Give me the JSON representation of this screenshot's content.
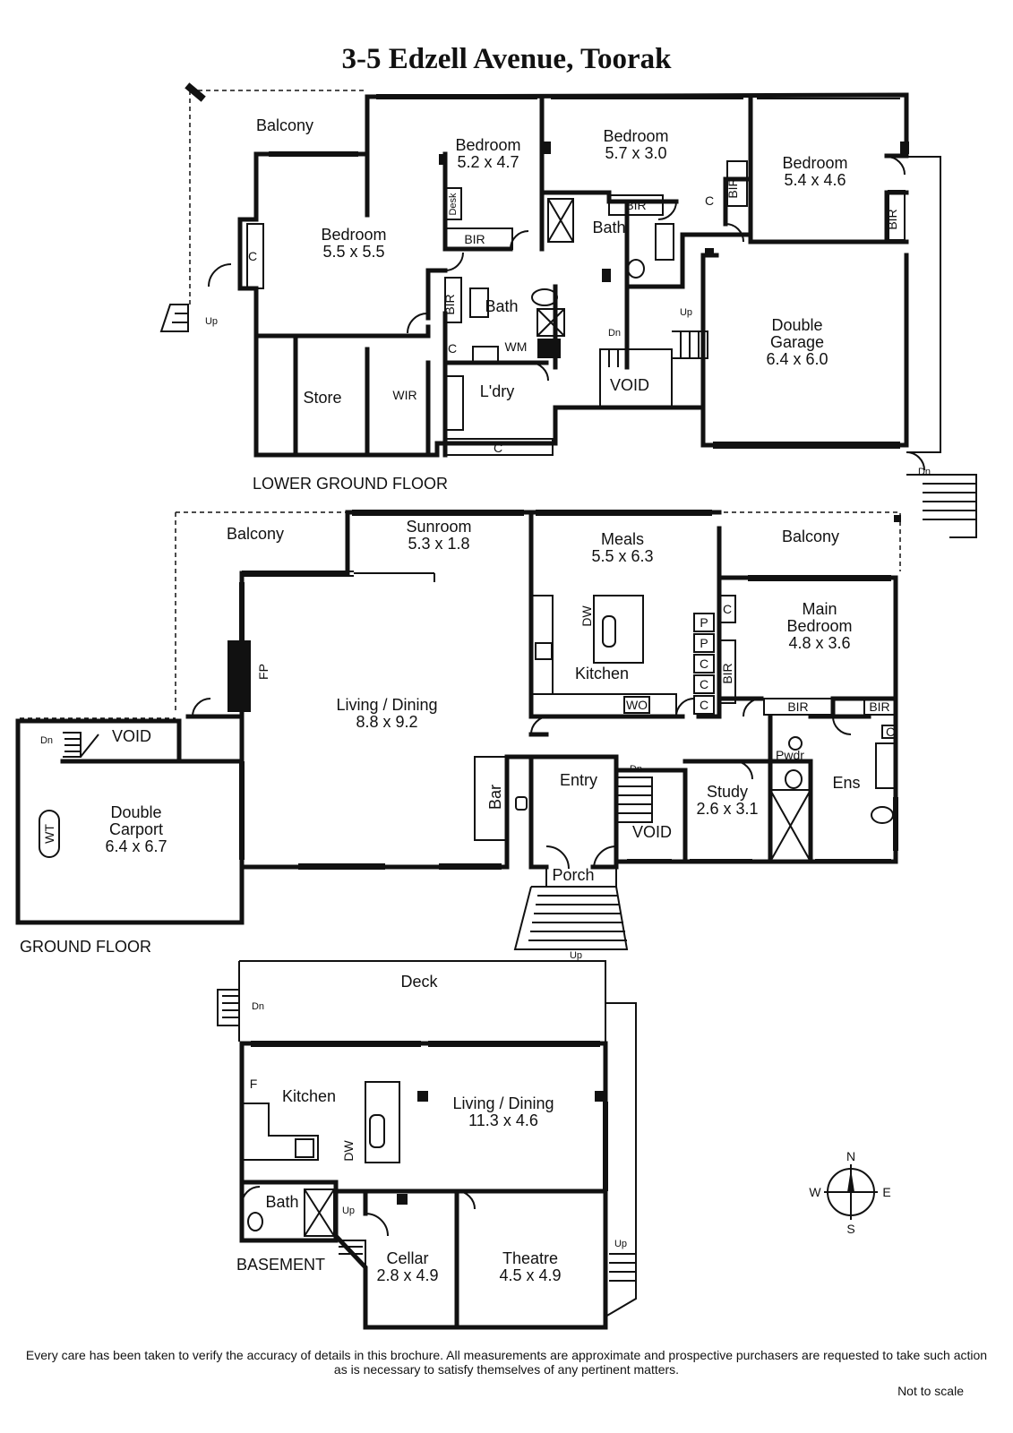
{
  "title": "3-5 Edzell Avenue, Toorak",
  "floors": {
    "lower": {
      "label": "LOWER GROUND FLOOR",
      "balcony": "Balcony",
      "bed1_name": "Bedroom",
      "bed1_size": "5.5 x 5.5",
      "bed2_name": "Bedroom",
      "bed2_size": "5.2 x 4.7",
      "bed3_name": "Bedroom",
      "bed3_size": "5.7 x 3.0",
      "bed4_name": "Bedroom",
      "bed4_size": "5.4 x 4.6",
      "bath1": "Bath",
      "bath2": "Bath",
      "store": "Store",
      "wir": "WIR",
      "laundry": "L'dry",
      "wm": "WM",
      "garage_name1": "Double",
      "garage_name2": "Garage",
      "garage_size": "6.4 x 6.0",
      "void": "VOID",
      "bir": "BIR",
      "c": "C",
      "desk": "Desk",
      "up": "Up",
      "dn": "Dn"
    },
    "ground": {
      "label": "GROUND FLOOR",
      "balcony_w": "Balcony",
      "balcony_e": "Balcony",
      "sunroom_name": "Sunroom",
      "sunroom_size": "5.3 x 1.8",
      "meals_name": "Meals",
      "meals_size": "5.5 x 6.3",
      "kitchen": "Kitchen",
      "dw": "DW",
      "wo": "WO",
      "p": "P",
      "c": "C",
      "bir": "BIR",
      "main_bed1": "Main",
      "main_bed2": "Bedroom",
      "main_bed_size": "4.8 x 3.6",
      "living_name": "Living / Dining",
      "living_size": "8.8 x 9.2",
      "fp": "FP",
      "bar": "Bar",
      "entry": "Entry",
      "porch": "Porch",
      "study_name": "Study",
      "study_size": "2.6 x 3.1",
      "pwdr": "Pwdr",
      "ens": "Ens",
      "void_a": "VOID",
      "void_b": "VOID",
      "carport1": "Double",
      "carport2": "Carport",
      "carport_size": "6.4 x 6.7",
      "wt": "WT",
      "up": "Up",
      "dn": "Dn"
    },
    "basement": {
      "label": "BASEMENT",
      "deck": "Deck",
      "kitchen": "Kitchen",
      "f": "F",
      "dw": "DW",
      "living_name": "Living / Dining",
      "living_size": "11.3 x 4.6",
      "bath": "Bath",
      "cellar_name": "Cellar",
      "cellar_size": "2.8 x 4.9",
      "theatre_name": "Theatre",
      "theatre_size": "4.5 x 4.9",
      "up": "Up",
      "dn": "Dn"
    }
  },
  "compass": {
    "n": "N",
    "e": "E",
    "s": "S",
    "w": "W"
  },
  "disclaimer": "Every care has been taken to verify the accuracy of details in this brochure.  All measurements are approximate and prospective purchasers are requested to take such action as is necessary to satisfy themselves of any pertinent matters.",
  "not_to_scale": "Not to scale"
}
